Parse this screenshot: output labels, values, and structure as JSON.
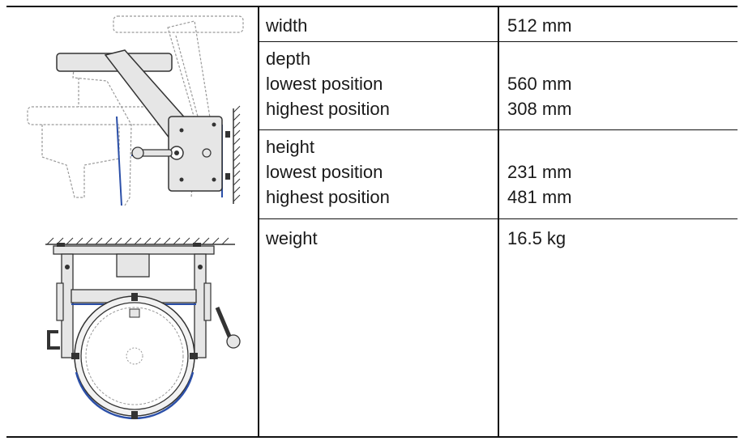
{
  "rows": [
    {
      "labels": [
        "width"
      ],
      "values": [
        "512 mm"
      ]
    },
    {
      "labels": [
        "depth",
        "lowest position",
        "highest position"
      ],
      "values": [
        "",
        "560 mm",
        "308 mm"
      ]
    },
    {
      "labels": [
        "height",
        "lowest position",
        "highest position"
      ],
      "values": [
        "",
        "231 mm",
        "481 mm"
      ]
    },
    {
      "labels": [
        "weight"
      ],
      "values": [
        "16.5 kg"
      ]
    }
  ],
  "colors": {
    "line": "#111111",
    "drawing_fill": "#e6e6e6",
    "drawing_stroke": "#333333",
    "shadow_blue": "#2b4fa8",
    "ghost_stroke": "#999999"
  },
  "icons": {
    "side_view": "arm-side-view-drawing",
    "front_view": "arm-front-view-drawing"
  }
}
